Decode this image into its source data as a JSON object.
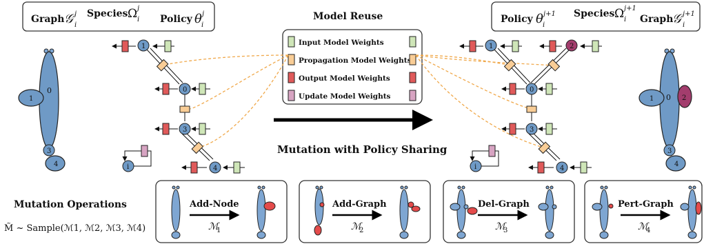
{
  "header_left": {
    "graph": "Graph",
    "graph_sym": "𝒢",
    "species": "Species",
    "species_sym": "Ω",
    "policy": "Policy",
    "policy_sym": "θ",
    "sub": "i",
    "sup": "j"
  },
  "header_right": {
    "graph": "Graph",
    "graph_sym": "𝒢",
    "species": "Species",
    "species_sym": "Ω",
    "policy": "Policy",
    "policy_sym": "θ",
    "sub": "i",
    "sup": "j+1"
  },
  "model_reuse": {
    "title": "Model Reuse",
    "legend": [
      {
        "label": "Input Model Weights",
        "color": "#cfe6b8"
      },
      {
        "label": "Propagation  Model Weights",
        "color": "#f9cd96"
      },
      {
        "label": "Output Model Weights",
        "color": "#e05a5a"
      },
      {
        "label": "Update Model Weights",
        "color": "#d7a4c2"
      }
    ]
  },
  "mutation_title": "Mutation with Policy Sharing",
  "mutation_ops": {
    "title": "Mutation Operations",
    "formula": "M̃ ~ Sample(ℳ1, ℳ2, ℳ3, ℳ4)",
    "ops": [
      {
        "label": "Add-Node",
        "sym": "ℳ",
        "sub": "1"
      },
      {
        "label": "Add-Graph",
        "sym": "ℳ",
        "sub": "2"
      },
      {
        "label": "Del-Graph",
        "sym": "ℳ",
        "sub": "3"
      },
      {
        "label": "Pert-Graph",
        "sym": "ℳ",
        "sub": "4"
      }
    ]
  },
  "node_labels": {
    "n0": "0",
    "n1": "1",
    "n2": "2",
    "n3": "3",
    "n4": "4",
    "ni": "i"
  },
  "colors": {
    "node_blue": "#6f9ac6",
    "body_blue": "#7ea6d2",
    "limb_red": "#a33d6d",
    "op_red": "#e44b4b",
    "dashed": "#f0a84a"
  }
}
